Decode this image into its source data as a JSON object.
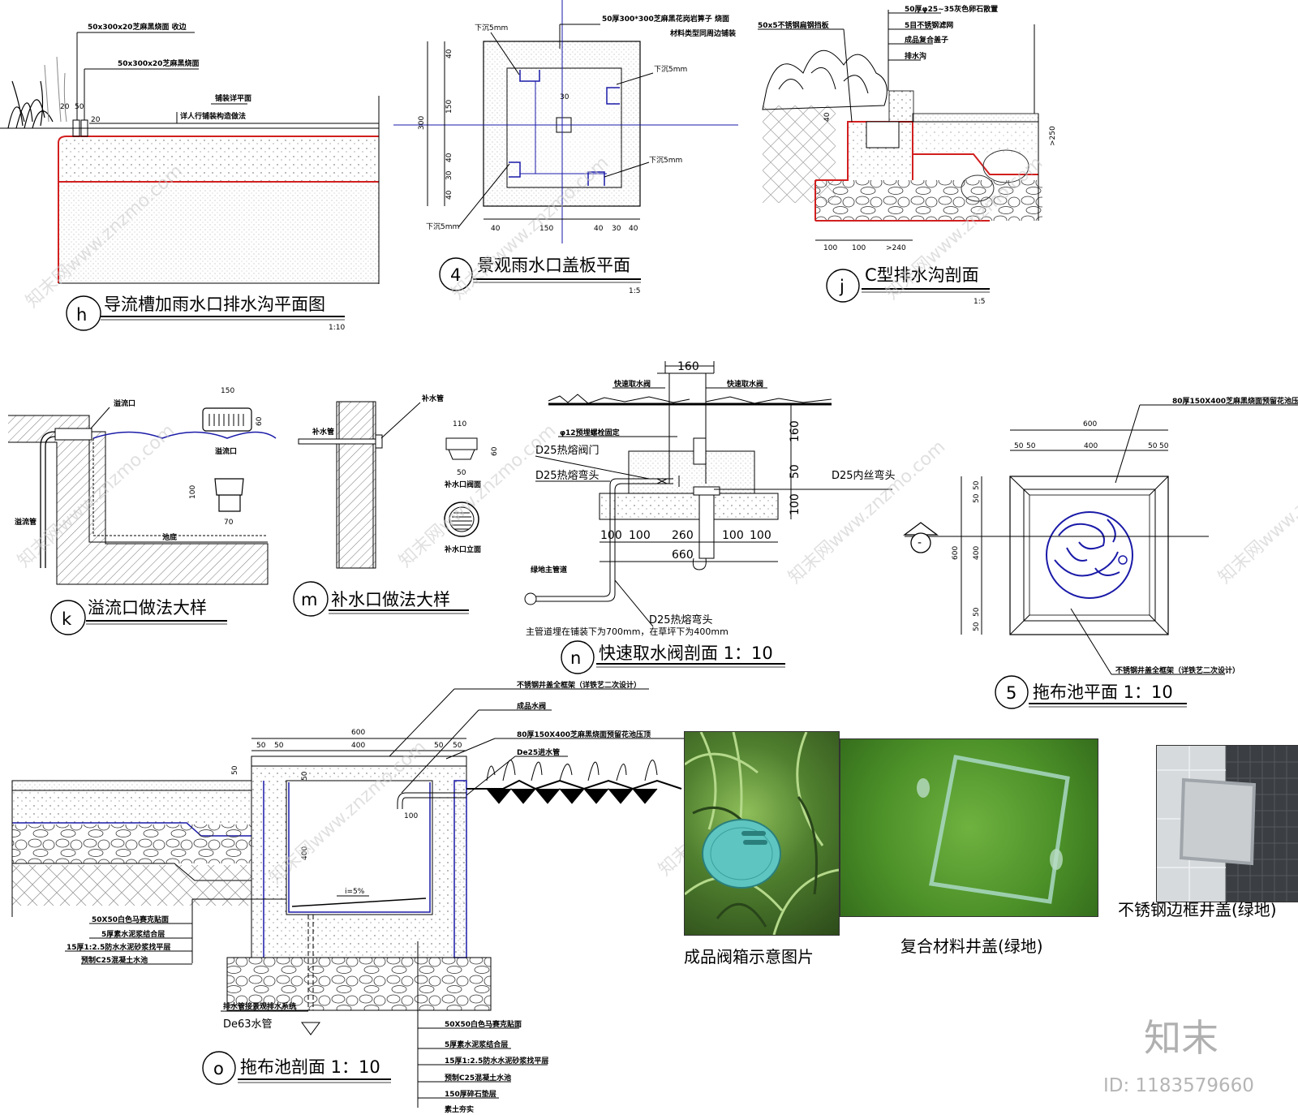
{
  "titles": {
    "h": {
      "mark": "h",
      "text": "导流槽加雨水口排水沟平面图",
      "scale": "1:10"
    },
    "d4": {
      "mark": "4",
      "text": "景观雨水口盖板平面",
      "scale": "1:5"
    },
    "j": {
      "mark": "j",
      "text": "C型排水沟剖面",
      "scale": "1:5"
    },
    "k": {
      "mark": "k",
      "text": "溢流口做法大样"
    },
    "m": {
      "mark": "m",
      "text": "补水口做法大样"
    },
    "n": {
      "mark": "n",
      "text": "快速取水阀剖面 1：10"
    },
    "d5": {
      "mark": "5",
      "text": "拖布池平面 1：10"
    },
    "o": {
      "mark": "o",
      "text": "拖布池剖面 1：10"
    }
  },
  "detail_h": {
    "ann1": "50x300x20芝麻黑烧面 收边",
    "ann2": "50x300x20芝麻黑烧面",
    "ann3": "铺装详平面",
    "ann4": "详人行铺装构造做法",
    "dims": [
      "20",
      "50",
      "20"
    ]
  },
  "detail_4": {
    "ann_top": "50厚300*300芝麻黑花岗岩箅子 烧面",
    "ann_top2": "材料类型同周边铺装",
    "down5": "下沉5mm",
    "dims_v": [
      "300",
      "40",
      "150",
      "40",
      "30",
      "40"
    ],
    "dims_h": [
      "40",
      "150",
      "40",
      "30",
      "40"
    ],
    "hole": "30"
  },
  "detail_j": {
    "ann": [
      "50厚φ25~35灰色卵石散置",
      "5目不锈钢滤网",
      "成品复合盖子",
      "排水沟"
    ],
    "ann_left": "50x5不锈钢扁钢挡板",
    "dims": [
      "100",
      "100",
      ">240",
      ">250",
      "40"
    ]
  },
  "detail_k": {
    "labels": [
      "溢流口",
      "溢流管",
      "池底",
      "溢流口"
    ],
    "dims": [
      "150",
      "60",
      "100",
      "70"
    ]
  },
  "detail_m": {
    "labels": [
      "补水管",
      "补水管",
      "补水口阀面",
      "补水口立面"
    ],
    "dims": [
      "110",
      "60",
      "50"
    ]
  },
  "detail_n": {
    "dims": [
      "160",
      "160",
      "50",
      "100",
      "100",
      "100",
      "260",
      "100",
      "100",
      "660"
    ],
    "labels": [
      "快速取水阀",
      "快速取水阀",
      "φ12预埋螺栓固定",
      "D25热熔阀门",
      "D25热熔弯头",
      "D25内丝弯头",
      "D25热熔弯头",
      "绿地主管道"
    ],
    "note": "主管道埋在铺装下为700mm，在草坪下为400mm"
  },
  "detail_5": {
    "dims_top": [
      "600",
      "50",
      "50",
      "400",
      "50",
      "50"
    ],
    "dims_left": [
      "600",
      "50",
      "50",
      "400",
      "50",
      "50"
    ],
    "ann_top": "80厚150X400芝麻黑烧面预留花池压顶",
    "ann_bottom": "不锈钢井盖全框架（详铁艺二次设计）",
    "section_mark": "-"
  },
  "detail_o": {
    "dims": [
      "600",
      "50",
      "50",
      "400",
      "50",
      "50",
      "50",
      "50",
      "400",
      "100"
    ],
    "ann_top": [
      "不锈钢井盖全框架（详铁艺二次设计）",
      "成品水阀",
      "80厚150X400芝麻黑烧面预留花池压顶",
      "De25进水管"
    ],
    "slope": "i=5%",
    "layers_left": [
      "50X50白色马赛克贴面",
      "5厚素水泥浆结合层",
      "15厚1:2.5防水水泥砂浆找平层",
      "预制C25混凝土水池"
    ],
    "drain_note": "排水管接景观排水系统",
    "drain_pipe": "De63水管",
    "layers_bottom": [
      "50X50白色马赛克贴面",
      "5厚素水泥浆结合层",
      "15厚1:2.5防水水泥砂浆找平层",
      "预制C25混凝土水池",
      "150厚碎石垫层",
      "素土夯实"
    ]
  },
  "photos": {
    "p1": "成品阀箱示意图片",
    "p2": "复合材料井盖(绿地)",
    "p3": "不锈钢边框井盖(绿地)"
  },
  "watermark": {
    "repeat": "知末网www.znzmo.com",
    "brand": "知末",
    "id": "ID: 1183579660"
  },
  "colors": {
    "red": "#d21f1f",
    "blue": "#1a1aa8",
    "black": "#000000",
    "grass": "#5f9a3c"
  }
}
